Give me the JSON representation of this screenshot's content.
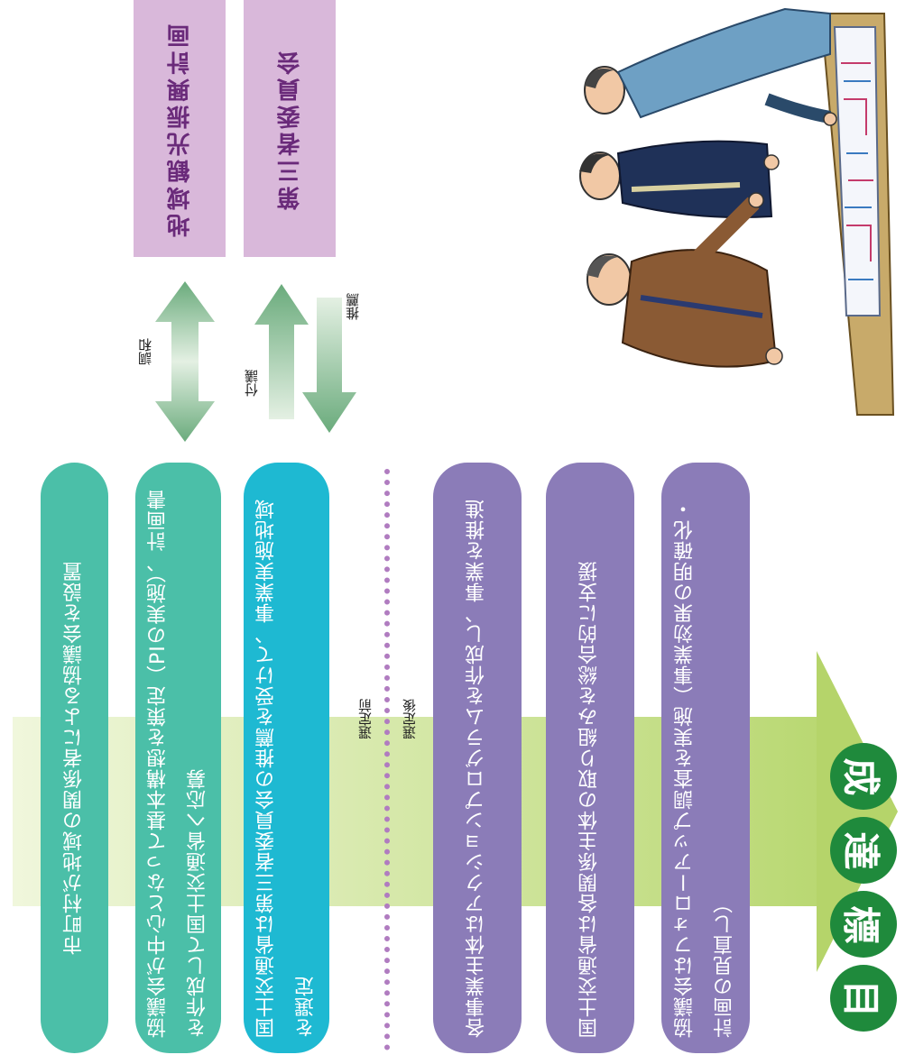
{
  "steps": [
    {
      "text": "市町村が地域の関係者による協議会を設置",
      "color": "#4bbfa8"
    },
    {
      "text": "協議会が中心となって基本構想を策定（PIの実施）、計画書を作成して国土交通省へ応募",
      "color": "#4bbfa8"
    },
    {
      "text": "国土交通省は第三者委員会の推薦を受けて、事業実施地域を選定",
      "color": "#1eb9d2"
    },
    {
      "text": "各事業主体はアクションプログラムを作成し、事業を推進",
      "color": "#8b7cb8"
    },
    {
      "text": "国土交通省は各関係主体の取り組みを総合的に支援",
      "color": "#8b7cb8"
    },
    {
      "text": "協議会はフォローアップ調査を実施（事業効果の明確化・計画の見直し）",
      "color": "#8b7cb8"
    }
  ],
  "side_boxes": {
    "plan": "地域観光振興計画",
    "committee": "第三者委員会"
  },
  "arrow_labels": {
    "harmony": "調和",
    "referral": "付議",
    "recommend": "推薦"
  },
  "divider": {
    "before": "選定前",
    "after": "選定後"
  },
  "goal": [
    "目",
    "標",
    "達",
    "成"
  ],
  "colors": {
    "teal": "#4bbfa8",
    "cyan": "#1eb9d2",
    "purple": "#8b7cb8",
    "arrow_green": "#b5d46a",
    "box_pink": "#d9b8da",
    "goal_green": "#1f8a3c"
  }
}
